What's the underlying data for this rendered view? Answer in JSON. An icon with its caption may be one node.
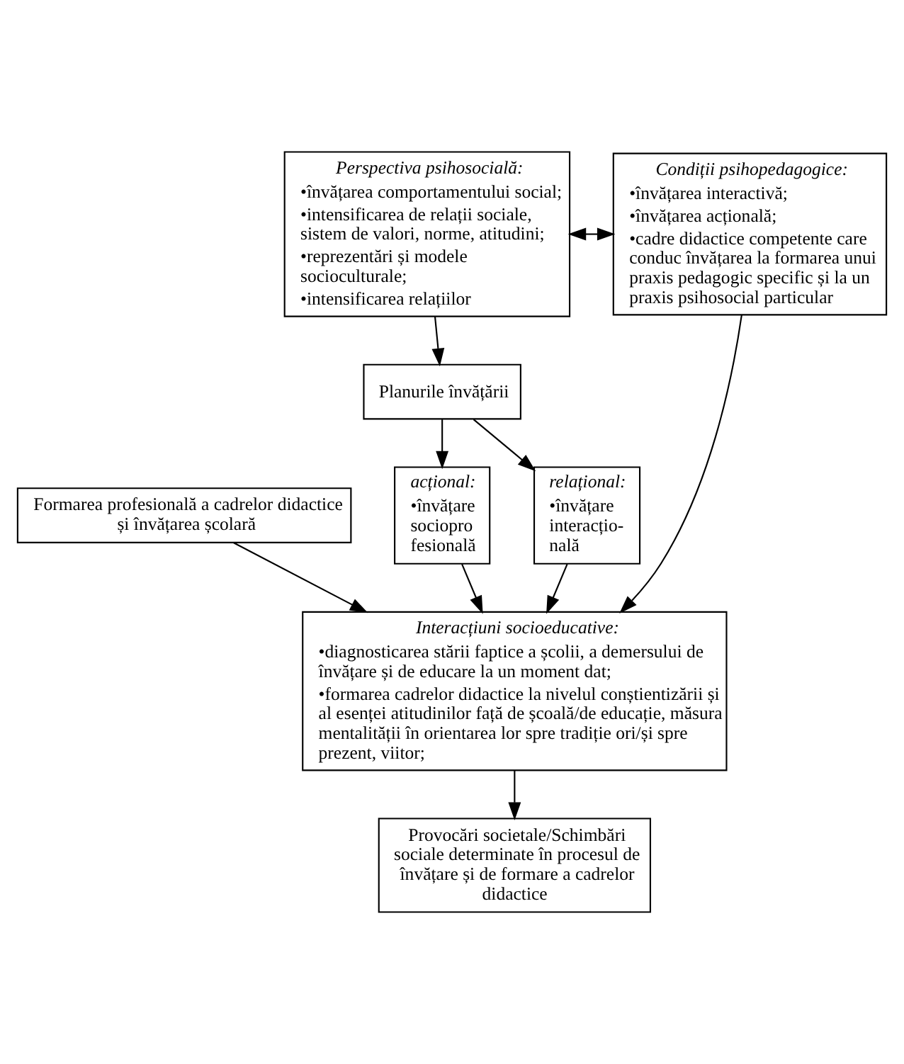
{
  "diagram": {
    "nodes": [
      {
        "text": [
          "Formarea profesională a cadrelor didactice și învățarea școlară"
        ]
      },
      {
        "text": [
          "Perspectiva psihosocială:",
          "•învățarea comportamentului social;",
          "•intensificarea de relații sociale, sistem de valori, norme, atitudini;",
          "•reprezentări și modele socioculturale;",
          "•intensificarea relațiilor"
        ]
      },
      {
        "text": [
          "Condiții psihopedagogice:",
          "•învățarea interactivă;",
          "•învățarea acțională;",
          "•cadre didactice competente care conduc învățarea la formarea unui praxis pedagogic specific și la un praxis psihosocial particular"
        ]
      },
      {
        "text": [
          "Planurile învățării"
        ]
      },
      {
        "text": [
          "relațional:",
          "•învățare interacțio- nală"
        ]
      },
      {
        "text": [
          "acțional:",
          "•învățare sociopro fesională"
        ]
      },
      {
        "text": [
          "Interacțiuni socioeducative:",
          "•diagnosticarea stării faptice a școlii, a demersului de învățare și de educare la un moment dat;",
          "•formarea cadrelor didactice la nivelul conștientizării și al esenței atitudinilor față de școală/de educație, măsura mentalității în orientarea lor spre tradiție ori/și spre prezent, viitor;"
        ]
      },
      {
        "text": [
          "Provocări societale/Schimbări sociale determinate în procesul de învățare și de formare a cadrelor didactice"
        ]
      }
    ],
    "edges": [
      {
        "from": 0,
        "to": 6,
        "arrow": "to"
      },
      {
        "from": 1,
        "to": 2,
        "arrow": "both"
      },
      {
        "from": 1,
        "to": 3,
        "arrow": "to"
      },
      {
        "from": 3,
        "to": 4,
        "arrow": "to"
      },
      {
        "from": 3,
        "to": 5,
        "arrow": "to"
      },
      {
        "from": 4,
        "to": 6,
        "arrow": "to"
      },
      {
        "from": 5,
        "to": 6,
        "arrow": "to"
      },
      {
        "from": 2,
        "to": 6,
        "arrow": "to"
      },
      {
        "from": 6,
        "to": 7,
        "arrow": "to"
      }
    ]
  }
}
